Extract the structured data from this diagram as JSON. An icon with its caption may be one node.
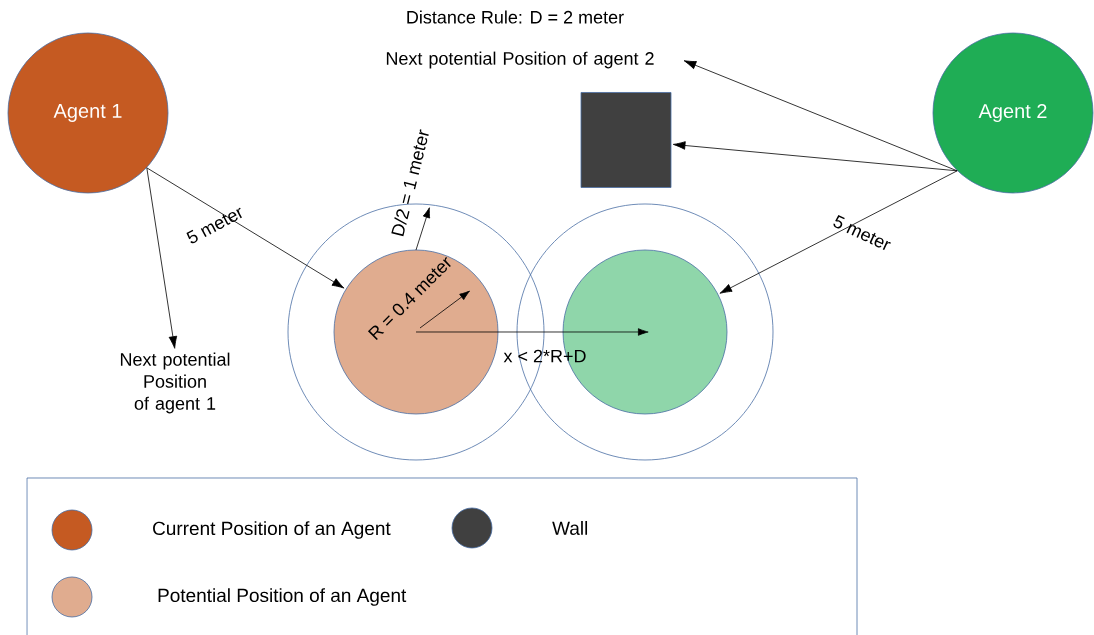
{
  "diagram": {
    "title": "Distance Rule: D = 2 meter",
    "nodes": [
      {
        "text": [
          "Agent 1"
        ]
      },
      {
        "text": [
          "Agent 2"
        ]
      },
      {
        "text": [
          "Next potential Position of agent 1"
        ]
      },
      {
        "text": [
          "Next potential Position of agent 2"
        ]
      },
      {
        "text": [],
        "shape": "box"
      },
      {
        "text": [],
        "shape": "circle"
      },
      {
        "text": [],
        "shape": "circle",
        "in": 5
      },
      {
        "text": [],
        "shape": "circle"
      },
      {
        "text": [],
        "shape": "circle",
        "in": 7
      }
    ],
    "edges": [
      {
        "from": 0,
        "to": 2,
        "arrow": "to"
      },
      {
        "from": 0,
        "to": 6,
        "arrow": "to",
        "label": "5 meter"
      },
      {
        "from": 1,
        "to": 3,
        "arrow": "to"
      },
      {
        "from": 1,
        "to": 4,
        "arrow": "to"
      },
      {
        "from": 1,
        "to": 8,
        "arrow": "to",
        "label": "5 meter"
      }
    ],
    "labels": [
      "D/2 = 1 meter",
      "R = 0.4 meter",
      "x < 2*R+D"
    ],
    "legend": [
      {
        "text": "Current Position of  an Agent",
        "color": "#c55a22"
      },
      {
        "text": "Wall",
        "color": "#404040"
      },
      {
        "text": "Potential Position of an Agent",
        "color": "#e0ac8f"
      }
    ]
  }
}
